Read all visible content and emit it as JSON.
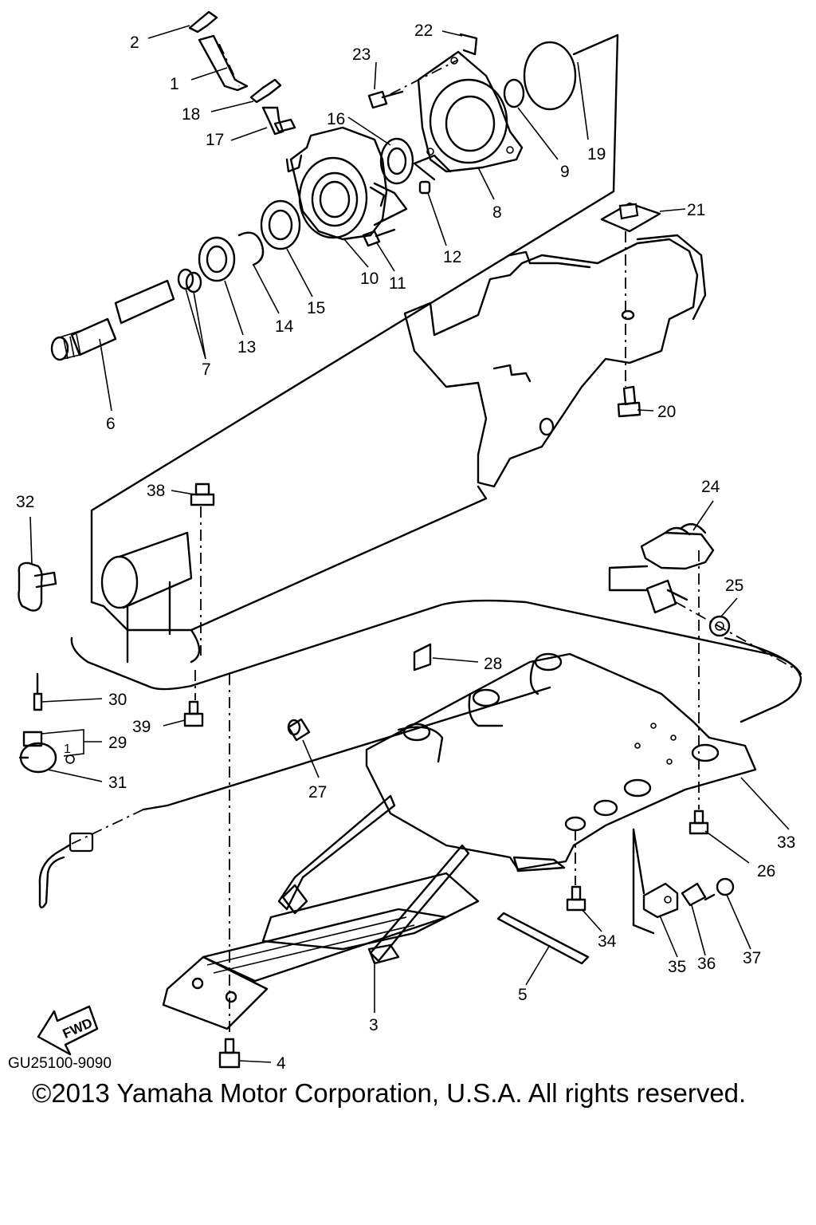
{
  "diagram": {
    "part_labels": [
      "1",
      "2",
      "3",
      "4",
      "5",
      "6",
      "7",
      "8",
      "9",
      "10",
      "11",
      "12",
      "13",
      "14",
      "15",
      "16",
      "17",
      "18",
      "19",
      "20",
      "21",
      "22",
      "23",
      "24",
      "25",
      "26",
      "27",
      "28",
      "29",
      "30",
      "31",
      "32",
      "33",
      "34",
      "35",
      "36",
      "37",
      "38",
      "39"
    ],
    "fwd_label": "FWD",
    "sub_label": "1",
    "drawing_code": "GU25100-9090",
    "copyright": "©2013 Yamaha Motor Corporation, U.S.A. All rights reserved."
  }
}
